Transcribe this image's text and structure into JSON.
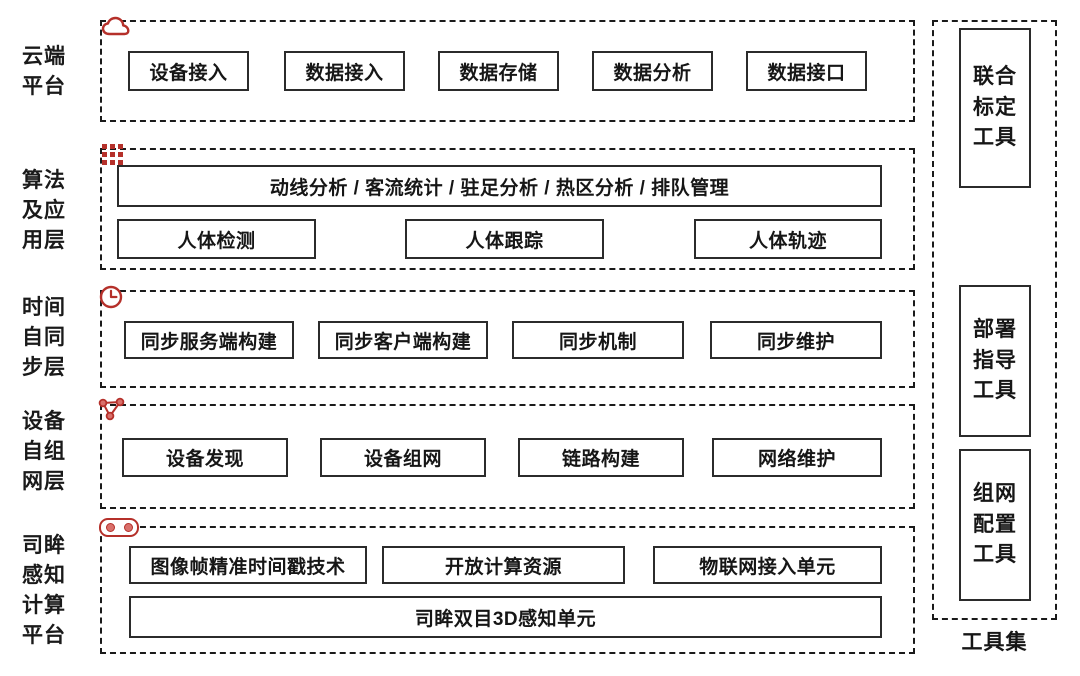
{
  "diagram": {
    "layers": [
      {
        "id": "cloud-platform",
        "label_lines": [
          "云端",
          "平台"
        ],
        "icon": "cloud-icon",
        "accent": "#b5302a",
        "rows": [
          {
            "nodes": [
              {
                "label": "设备接入"
              },
              {
                "label": "数据接入"
              },
              {
                "label": "数据存储"
              },
              {
                "label": "数据分析"
              },
              {
                "label": "数据接口"
              }
            ]
          }
        ]
      },
      {
        "id": "algorithm-application-layer",
        "label_lines": [
          "算法",
          "及应",
          "用层"
        ],
        "icon": "grid-icon",
        "accent": "#b5302a",
        "rows": [
          {
            "nodes": [
              {
                "label": "动线分析 / 客流统计 / 驻足分析 / 热区分析 / 排队管理"
              }
            ]
          },
          {
            "nodes": [
              {
                "label": "人体检测"
              },
              {
                "label": "人体跟踪"
              },
              {
                "label": "人体轨迹"
              }
            ]
          }
        ]
      },
      {
        "id": "time-self-sync-layer",
        "label_lines": [
          "时间",
          "自同",
          "步层"
        ],
        "icon": "clock-icon",
        "accent": "#b5302a",
        "rows": [
          {
            "nodes": [
              {
                "label": "同步服务端构建"
              },
              {
                "label": "同步客户端构建"
              },
              {
                "label": "同步机制"
              },
              {
                "label": "同步维护"
              }
            ]
          }
        ]
      },
      {
        "id": "device-self-networking-layer",
        "label_lines": [
          "设备",
          "自组",
          "网层"
        ],
        "icon": "network-topology-icon",
        "accent": "#b5302a",
        "rows": [
          {
            "nodes": [
              {
                "label": "设备发现"
              },
              {
                "label": "设备组网"
              },
              {
                "label": "链路构建"
              },
              {
                "label": "网络维护"
              }
            ]
          }
        ]
      },
      {
        "id": "simou-perception-computing-platform",
        "label_lines": [
          "司眸",
          "感知",
          "计算",
          "平台"
        ],
        "icon": "stereo-camera-icon",
        "accent": "#b5302a",
        "rows": [
          {
            "nodes": [
              {
                "label": "图像帧精准时间戳技术"
              },
              {
                "label": "开放计算资源"
              },
              {
                "label": "物联网接入单元"
              }
            ]
          },
          {
            "nodes": [
              {
                "label": "司眸双目3D感知单元"
              }
            ]
          }
        ]
      }
    ],
    "tools_panel": {
      "caption": "工具集",
      "tools": [
        {
          "label_lines": [
            "联合",
            "标定",
            "工具"
          ]
        },
        {
          "label_lines": [
            "部署",
            "指导",
            "工具"
          ]
        },
        {
          "label_lines": [
            "组网",
            "配置",
            "工具"
          ]
        }
      ]
    }
  }
}
